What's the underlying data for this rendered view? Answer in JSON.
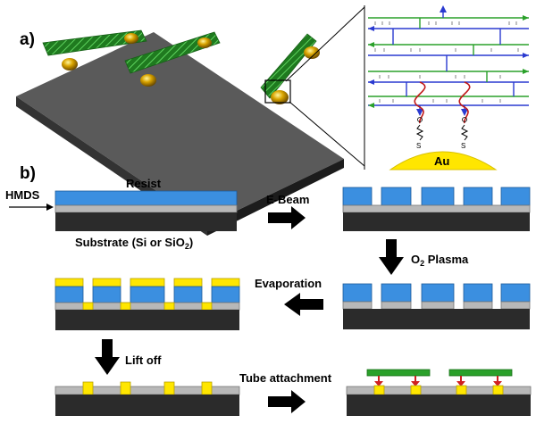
{
  "panels": {
    "a": {
      "label": "a)",
      "gold_label": "Au"
    },
    "b": {
      "label": "b)",
      "hmds": "HMDS",
      "resist": "Resist",
      "substrate_prefix": "Substrate (Si or SiO",
      "substrate_sub": "2",
      "substrate_suffix": ")",
      "ebeam": "E-Beam",
      "plasma_prefix": "O",
      "plasma_sub": "2",
      "plasma_suffix": " Plasma",
      "evaporation": "Evaporation",
      "liftoff": "Lift off",
      "tube_attachment": "Tube attachment"
    }
  },
  "colors": {
    "resist": "#3b8fe0",
    "hmds_layer": "#b8b8b8",
    "substrate": "#2b2b2b",
    "gold": "#ffe600",
    "nanotube": "#2aa02a",
    "arrow_red": "#d02020",
    "dna_green": "#2aa02a",
    "dna_blue": "#2a3ad0",
    "linker_red": "#c01818"
  }
}
